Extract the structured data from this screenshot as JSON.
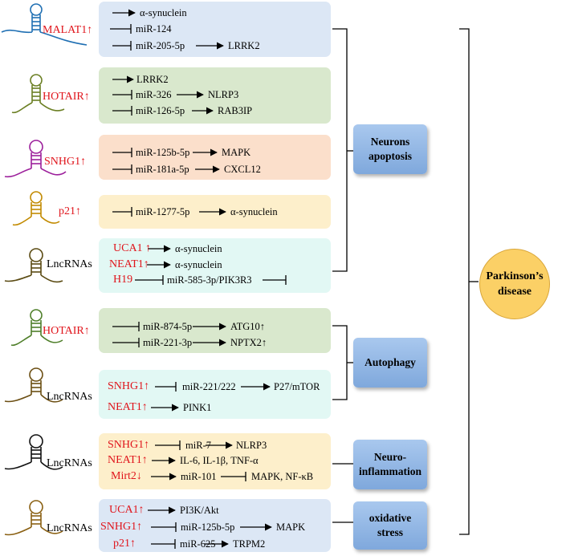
{
  "groups": [
    {
      "lnc": "MALAT1↑",
      "rows": [
        "α-synuclein",
        "miR-124",
        "miR-205-5p",
        "LRRK2"
      ]
    },
    {
      "lnc": "HOTAIR↑",
      "rows": [
        "LRRK2",
        "miR-326",
        "NLRP3",
        "miR-126-5p",
        "RAB3IP"
      ]
    },
    {
      "lnc": "SNHG1↑",
      "rows": [
        "miR-125b-5p",
        "MAPK",
        "miR-181a-5p",
        "CXCL12"
      ]
    },
    {
      "lnc": "p21↑",
      "rows": [
        "miR-1277-5p",
        "α-synuclein"
      ]
    },
    {
      "lnc": "LncRNAs",
      "items": [
        "UCA1 ↑",
        "α-synuclein",
        "NEAT1↑",
        "α-synuclein",
        "H19",
        "miR-585-3p/PIK3R3"
      ]
    },
    {
      "lnc": "HOTAIR↑",
      "rows": [
        "miR-874-5p",
        "ATG10↑",
        "miR-221-3p",
        "NPTX2↑"
      ]
    },
    {
      "lnc": "LncRNAs",
      "items": [
        "SNHG1↑",
        "miR-221/222",
        "P27/mTOR",
        "NEAT1↑",
        "PINK1"
      ]
    },
    {
      "lnc": "LncRNAs",
      "items": [
        "SNHG1↑",
        "miR-7",
        "NLRP3",
        "NEAT1↑",
        "IL-6, IL-1β, TNF-α",
        "Mirt2↓",
        "miR-101",
        "MAPK, NF-κB"
      ]
    },
    {
      "lnc": "LncRNAs",
      "items": [
        "UCA1↑",
        "PI3K/Akt",
        "SNHG1↑",
        "miR-125b-5p",
        "MAPK",
        "p21↑",
        "miR-625",
        "TRPM2"
      ]
    }
  ],
  "categories": [
    {
      "l1": "Neurons",
      "l2": "apoptosis"
    },
    {
      "l1": "Autophagy"
    },
    {
      "l1": "Neuro-",
      "l2": "inflammation"
    },
    {
      "l1": "oxidative",
      "l2": "stress"
    }
  ],
  "disease": {
    "l1": "Parkinson’s",
    "l2": "disease"
  },
  "colors": {
    "blue": "#dce7f5",
    "green": "#d9e8cd",
    "peach": "#fbdfcb",
    "yellow": "#fdefcb",
    "mint": "#e2f8f4",
    "red": "#e0141b",
    "circle": "#fbd066"
  }
}
